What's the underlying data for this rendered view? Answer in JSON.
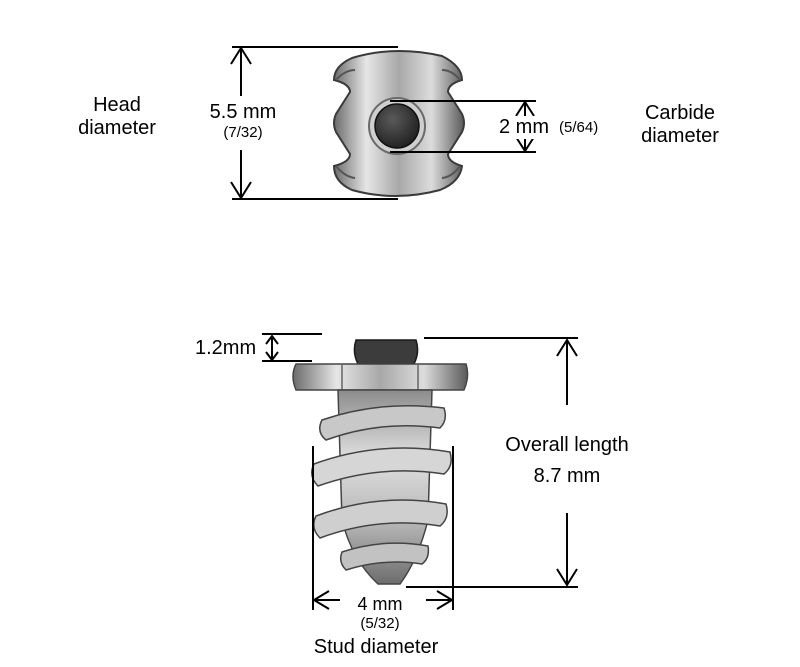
{
  "top_view": {
    "head_label_line1": "Head",
    "head_label_line2": "diameter",
    "head_mm": "5.5 mm",
    "head_inch": "(7/32)",
    "carbide_mm": "2 mm",
    "carbide_inch": "(5/64)",
    "carbide_label_line1": "Carbide",
    "carbide_label_line2": "diameter"
  },
  "side_view": {
    "carbide_height": "1.2mm",
    "overall_label": "Overall length",
    "overall_value": "8.7 mm",
    "stud_mm": "4 mm",
    "stud_inch": "(5/32)",
    "stud_label": "Stud diameter"
  },
  "colors": {
    "metal_light": "#d9d9d9",
    "metal_mid": "#9a9a9a",
    "metal_dark": "#4a4a4a",
    "carbide": "#2e2e2e"
  }
}
